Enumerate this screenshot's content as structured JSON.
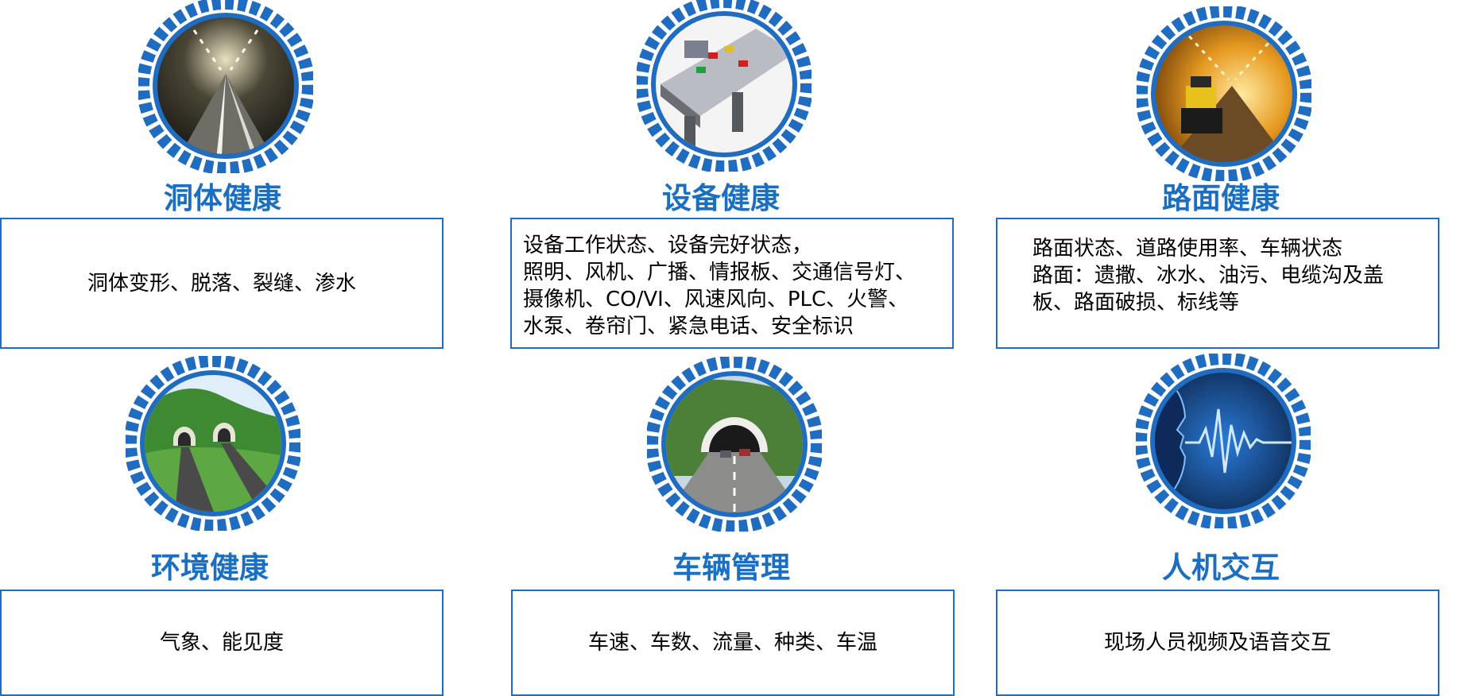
{
  "colors": {
    "accent": "#1a6fc2",
    "gear": "#1f6cc0",
    "border": "#1f6cc0"
  },
  "cards": [
    {
      "icon": "tunnel-lights-icon",
      "title": "洞体健康",
      "lines": [
        "洞体变形、脱落、裂缝、渗水"
      ]
    },
    {
      "icon": "toll-plaza-model-icon",
      "title": "设备健康",
      "lines": [
        "设备工作状态、设备完好状态，",
        "照明、风机、广播、情报板、交通信号灯、",
        "摄像机、CO/VI、风速风向、PLC、火警、",
        "水泵、卷帘门、紧急电话、安全标识"
      ]
    },
    {
      "icon": "road-roller-tunnel-icon",
      "title": "路面健康",
      "lines": [
        "路面状态、道路使用率、车辆状态",
        "路面：遗撒、冰水、油污、电缆沟及盖",
        "板、路面破损、标线等"
      ]
    },
    {
      "icon": "tunnel-portal-landscape-icon",
      "title": "环境健康",
      "lines": [
        "气象、能见度"
      ]
    },
    {
      "icon": "tunnel-entrance-traffic-icon",
      "title": "车辆管理",
      "lines": [
        "车速、车数、流量、种类、车温"
      ]
    },
    {
      "icon": "voice-wave-face-icon",
      "title": "人机交互",
      "lines": [
        "现场人员视频及语音交互"
      ]
    }
  ]
}
